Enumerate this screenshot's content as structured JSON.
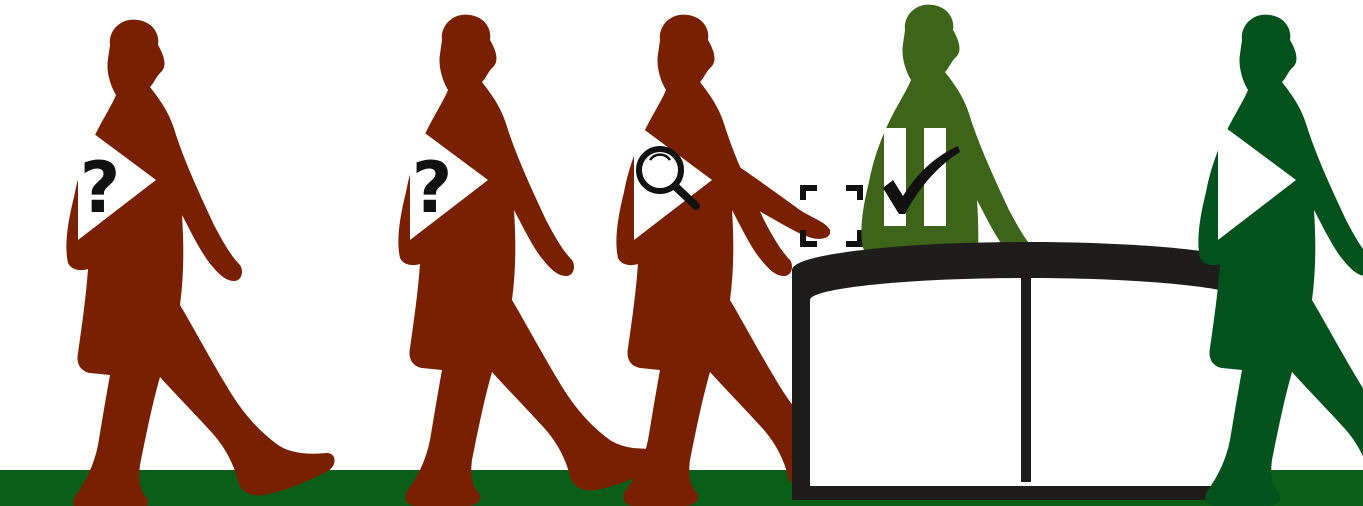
{
  "colors": {
    "background": "#ffffff",
    "ground": "#0b5e1a",
    "person_pending": "#7a2002",
    "person_verified": "#3d6418",
    "person_passed": "#03521e",
    "gate_frame": "#1e1d1b",
    "gate_panel": "#ffffff",
    "badge": "#ffffff",
    "badge_symbol": "#111111"
  },
  "people": [
    {
      "id": "person-1",
      "status": "pending",
      "badge": "play-with-question",
      "symbol": "?"
    },
    {
      "id": "person-2",
      "status": "pending",
      "badge": "play-with-question",
      "symbol": "?"
    },
    {
      "id": "person-3",
      "status": "scanning",
      "badge": "play-with-magnifier",
      "symbol": "magnifier-icon"
    },
    {
      "id": "person-4",
      "status": "verified",
      "badge": "pause-with-check",
      "symbol": "check-icon"
    },
    {
      "id": "person-5",
      "status": "passed",
      "badge": "play",
      "symbol": ""
    }
  ],
  "scanner": {
    "icon": "scan-frame-icon"
  },
  "gate": {
    "type": "turnstile-gate",
    "panels": 2
  }
}
